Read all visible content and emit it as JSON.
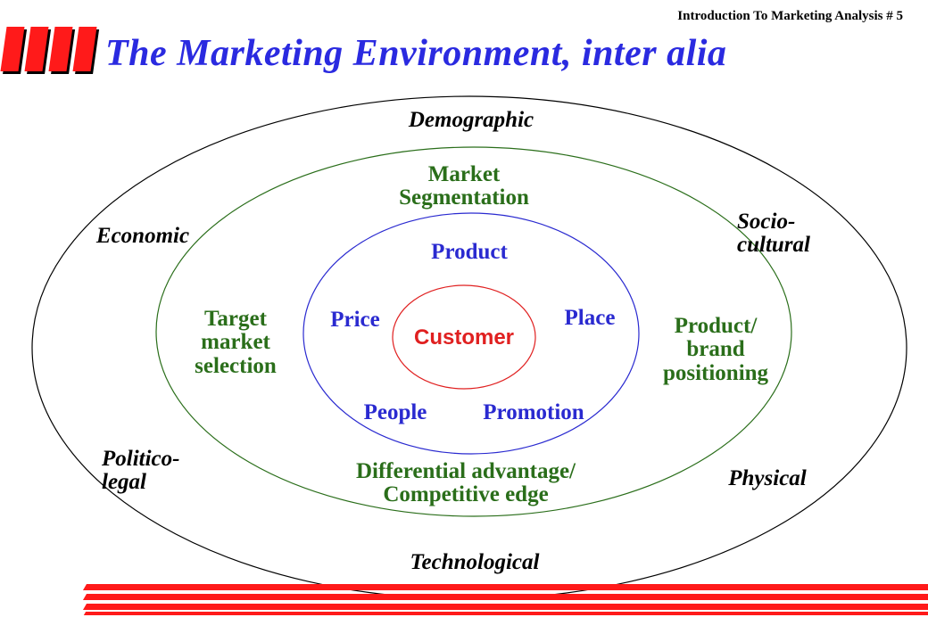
{
  "header_note": "Introduction To Marketing Analysis # 5",
  "title": "The Marketing Environment, inter alia",
  "colors": {
    "title": "#2a2ae0",
    "accent_red": "#ff1a1a",
    "outer_ring": "#000000",
    "middle_ring": "#2a6e1a",
    "inner_ring": "#2a2ad0",
    "core_ring": "#e02020"
  },
  "outer_factors": {
    "demographic": "Demographic",
    "economic": "Economic",
    "socio_cultural": "Socio-\n  cultural",
    "politico_legal": "Politico-\n  legal",
    "physical": "Physical",
    "technological": "Technological"
  },
  "middle_ring": {
    "segmentation": "Market\nSegmentation",
    "targeting": "Target\nmarket\nselection",
    "positioning": "Product/\nbrand\npositioning",
    "differential": "Differential  advantage/\nCompetitive edge"
  },
  "marketing_mix": {
    "product": "Product",
    "price": "Price",
    "place": "Place",
    "people": "People",
    "promotion": "Promotion"
  },
  "core": {
    "customer": "Customer"
  }
}
